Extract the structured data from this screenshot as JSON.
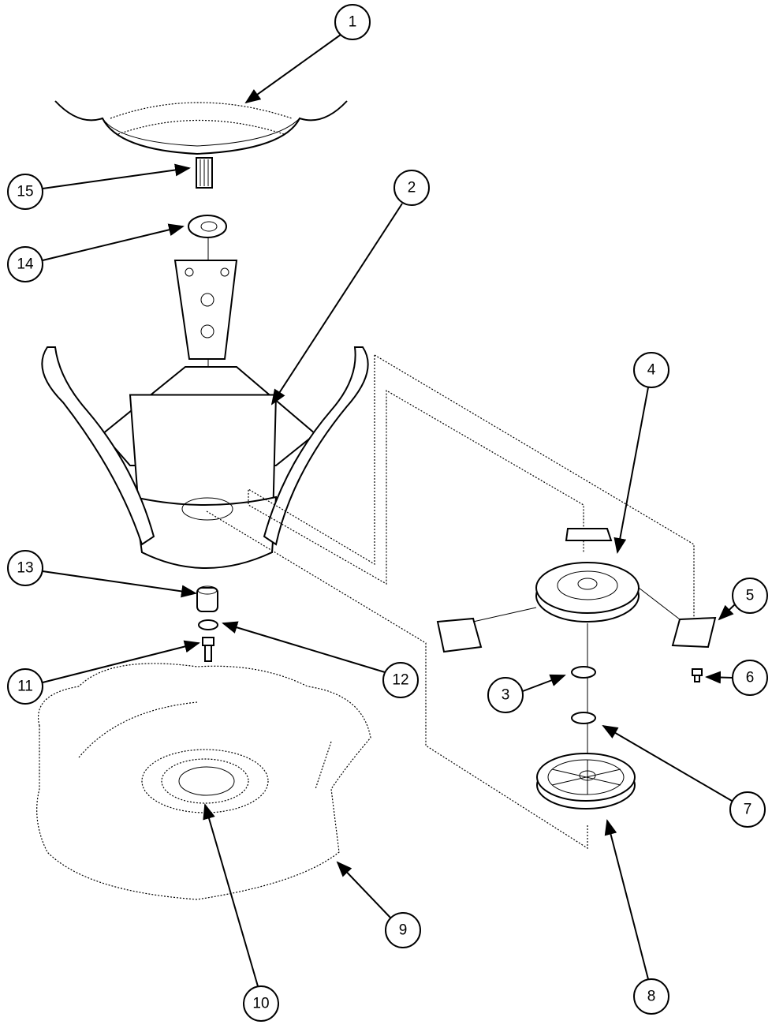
{
  "diagram": {
    "type": "exploded parts diagram",
    "colors": {
      "line": "#000000",
      "background": "#ffffff"
    },
    "callouts": [
      {
        "id": "1",
        "label": "1"
      },
      {
        "id": "2",
        "label": "2"
      },
      {
        "id": "3",
        "label": "3"
      },
      {
        "id": "4",
        "label": "4"
      },
      {
        "id": "5",
        "label": "5"
      },
      {
        "id": "6",
        "label": "6"
      },
      {
        "id": "7",
        "label": "7"
      },
      {
        "id": "8",
        "label": "8"
      },
      {
        "id": "9",
        "label": "9"
      },
      {
        "id": "10",
        "label": "10"
      },
      {
        "id": "11",
        "label": "11"
      },
      {
        "id": "12",
        "label": "12"
      },
      {
        "id": "13",
        "label": "13"
      },
      {
        "id": "14",
        "label": "14"
      },
      {
        "id": "15",
        "label": "15"
      }
    ]
  }
}
